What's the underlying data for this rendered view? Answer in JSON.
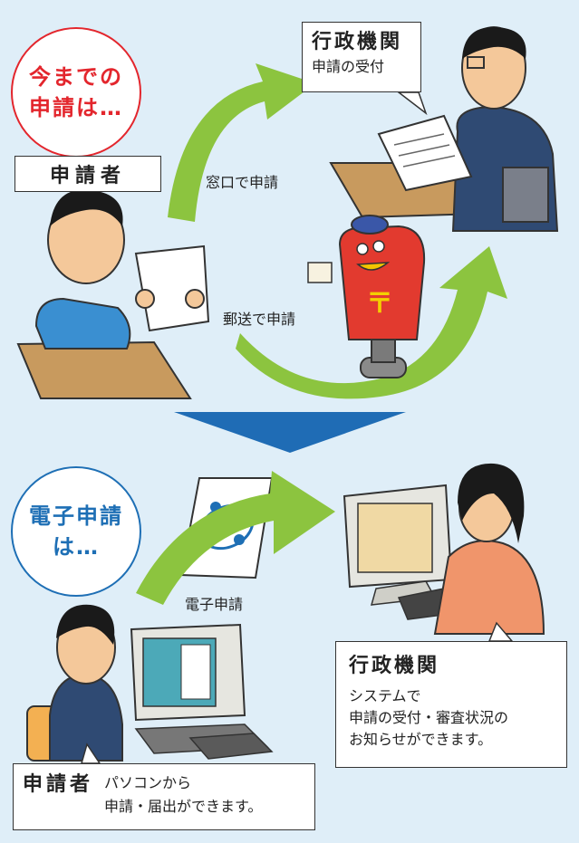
{
  "badge_before": {
    "line1": "今までの",
    "line2": "申請は…"
  },
  "badge_electronic": {
    "line1": "電子申請",
    "line2": "は…"
  },
  "applicant_top": {
    "title": "申請者"
  },
  "government_top": {
    "title": "行政機関",
    "subtitle": "申請の受付"
  },
  "arrow_labels": {
    "counter": "窓口で申請",
    "mail": "郵送で申請",
    "electronic": "電子申請"
  },
  "government_bottom": {
    "title": "行政機関",
    "lines": [
      "システムで",
      "申請の受付・審査状況の",
      "お知らせができます。"
    ]
  },
  "applicant_bottom": {
    "title": "申請者",
    "lines": [
      "パソコンから",
      "申請・届出ができます。"
    ]
  },
  "colors": {
    "background": "#dfeef8",
    "arrow_green": "#8cc43f",
    "arrow_blue": "#1f6cb5",
    "badge_red": "#e3262d",
    "badge_blue": "#1e6fb5",
    "postbox_red": "#e23a2f"
  }
}
